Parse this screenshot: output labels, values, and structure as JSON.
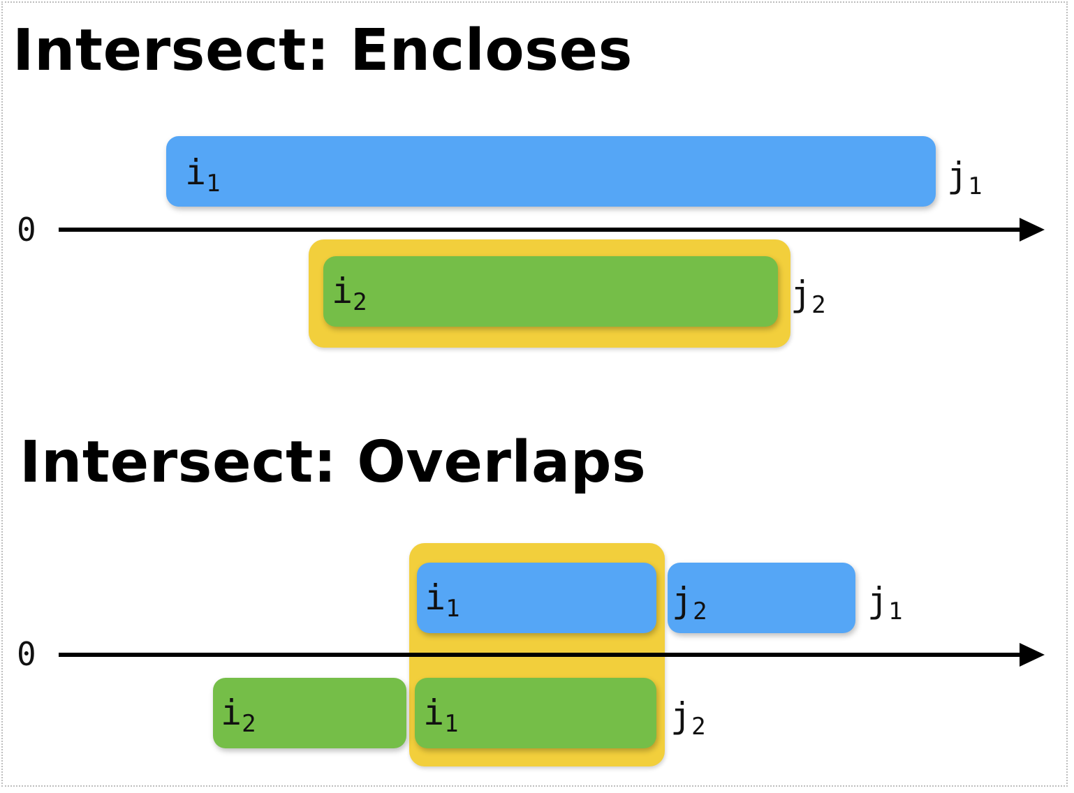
{
  "panels": [
    {
      "title": "Intersect: Encloses",
      "axis_origin": "0",
      "bars": [
        {
          "color": "blue",
          "start": "i",
          "start_sub": "1",
          "end": "j",
          "end_sub": "1"
        },
        {
          "color": "green",
          "start": "i",
          "start_sub": "2",
          "end": "j",
          "end_sub": "2",
          "highlighted": true
        }
      ]
    },
    {
      "title": "Intersect: Overlaps",
      "axis_origin": "0",
      "bars": [
        {
          "color": "blue",
          "segments": [
            {
              "label": "i",
              "sub": "1",
              "highlighted": true
            },
            {
              "label": "j",
              "sub": "2"
            }
          ],
          "end": "j",
          "end_sub": "1"
        },
        {
          "color": "green",
          "segments": [
            {
              "label": "i",
              "sub": "2"
            },
            {
              "label": "i",
              "sub": "1",
              "highlighted": true
            }
          ],
          "end": "j",
          "end_sub": "2"
        }
      ]
    }
  ],
  "colors": {
    "blue_bar": "#55a6f6",
    "green_bar": "#75be48",
    "highlight": "#f2cf3c",
    "axis": "#000000"
  }
}
